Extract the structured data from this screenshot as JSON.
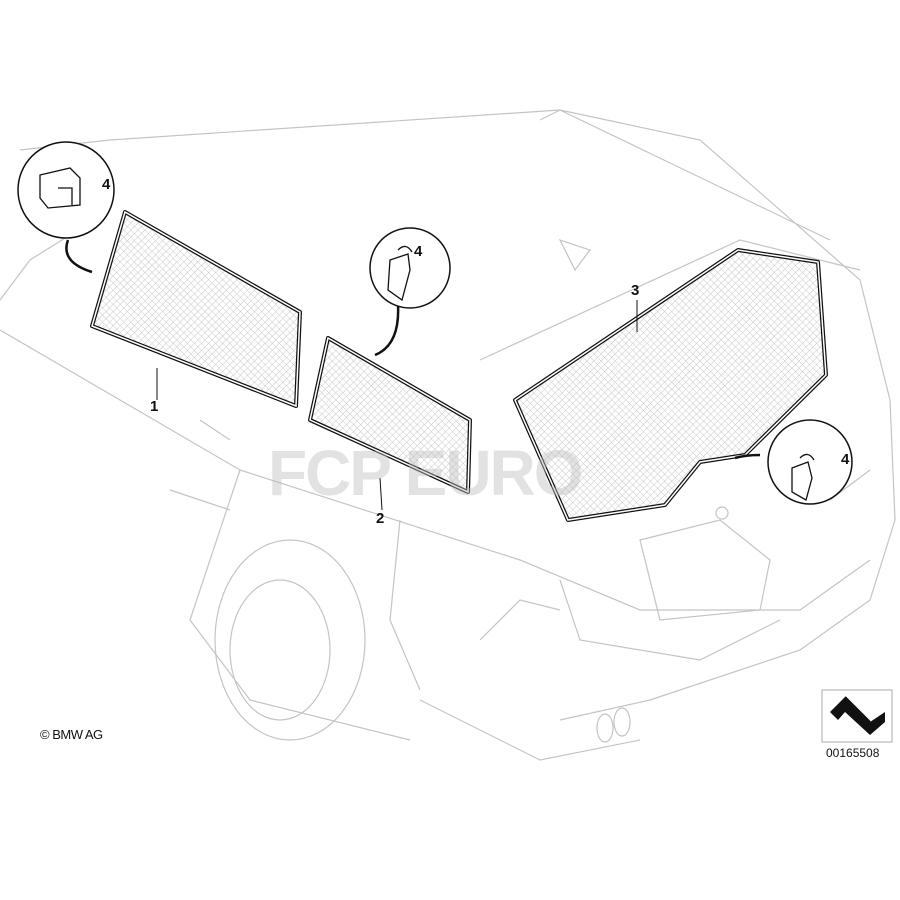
{
  "callouts": {
    "part1": "1",
    "part2": "2",
    "part3": "3",
    "clip_a": "4",
    "clip_b": "4",
    "clip_c": "4"
  },
  "copyright": "© BMW AG",
  "diagram_number": "00165508",
  "watermark": "FCP EURO",
  "colors": {
    "outline": "#bdbdbd",
    "part": "#111111",
    "mesh": "#d9d9d9"
  }
}
